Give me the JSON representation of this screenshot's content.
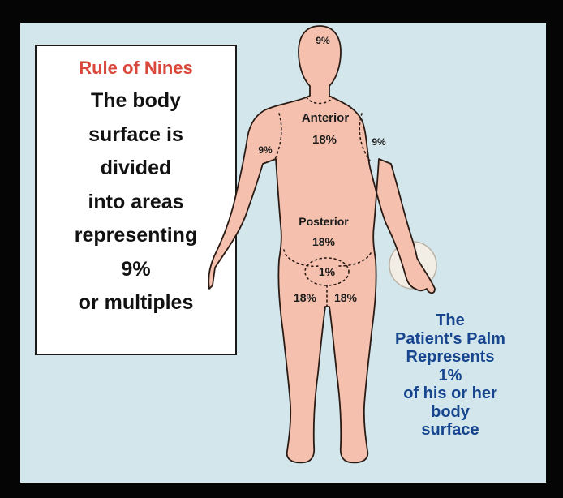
{
  "rule": {
    "title": "Rule of Nines",
    "lines": [
      "The body",
      "surface is",
      "divided",
      "into areas",
      "representing",
      "9%",
      "or multiples"
    ]
  },
  "figure": {
    "head": "9%",
    "chest_label": "Anterior",
    "chest_value": "18%",
    "back_label": "Posterior",
    "back_value": "18%",
    "left_arm": "9%",
    "right_arm": "9%",
    "groin": "1%",
    "left_leg": "18%",
    "right_leg": "18%"
  },
  "palm_note": {
    "lines": [
      "The",
      "Patient's Palm",
      "Represents",
      "1%",
      "of his or her",
      "body",
      "surface"
    ]
  },
  "colors": {
    "frame": "#050505",
    "panel": "#d3e6ec",
    "skin": "#f5c1ae",
    "title": "#d9483b",
    "note": "#17468f"
  }
}
